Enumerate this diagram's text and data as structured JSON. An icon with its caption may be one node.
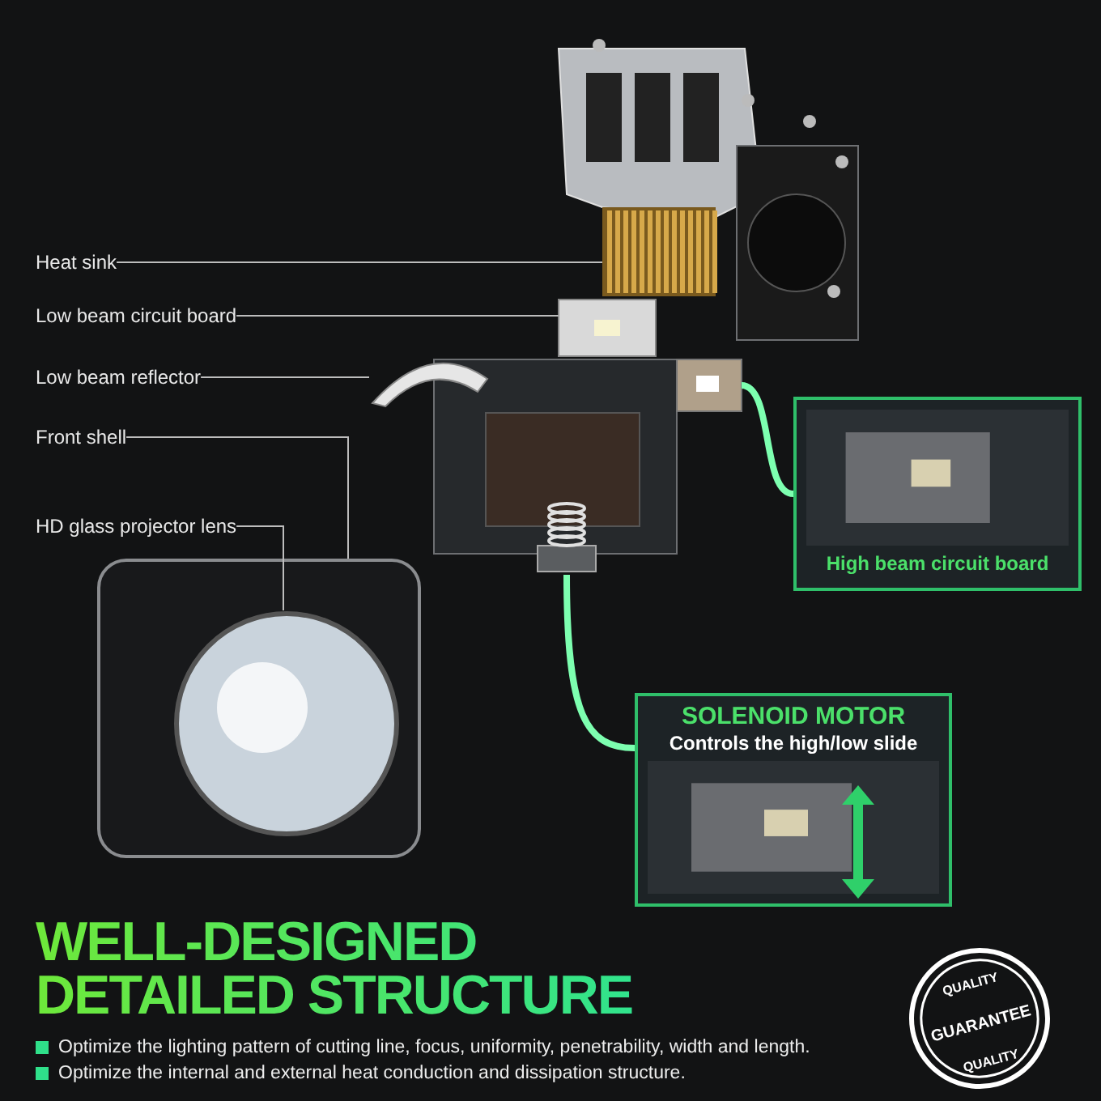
{
  "diagram": {
    "title": "WELL-DESIGNED DETAILED STRUCTURE",
    "nodes": [
      {
        "text": [
          "Heat sink"
        ]
      },
      {
        "text": [
          "Low beam circuit board"
        ]
      },
      {
        "text": [
          "Low beam reflector"
        ]
      },
      {
        "text": [
          "Front shell"
        ]
      },
      {
        "text": [
          "HD glass projector lens"
        ]
      },
      {
        "text": [],
        "shape": "picture"
      },
      {
        "text": [],
        "shape": "picture"
      },
      {
        "text": [],
        "shape": "picture"
      },
      {
        "text": [],
        "shape": "picture"
      },
      {
        "text": [],
        "shape": "picture",
        "in": 8
      },
      {
        "text": [
          "High beam circuit board"
        ]
      },
      {
        "text": [
          "SOLENOID MOTOR",
          "Controls the high/low slide"
        ]
      },
      {
        "text": [],
        "shape": "picture"
      },
      {
        "text": [],
        "shape": "picture"
      }
    ],
    "edges": [
      {
        "from": 0,
        "to": 5,
        "arrow": "none"
      },
      {
        "from": 1,
        "to": 6,
        "arrow": "none"
      },
      {
        "from": 2,
        "to": 7,
        "arrow": "none"
      },
      {
        "from": 3,
        "to": 8,
        "arrow": "none"
      },
      {
        "from": 4,
        "to": 9,
        "arrow": "none"
      },
      {
        "from": 12,
        "to": 10,
        "arrow": "none",
        "style": "thick",
        "color": "#7dffb0"
      },
      {
        "from": 13,
        "to": 11,
        "arrow": "none",
        "style": "thick",
        "color": "#7dffb0"
      }
    ],
    "labels": [
      "Optimize the lighting pattern of cutting line, focus, uniformity, penetrability, width and length.",
      "Optimize the internal and external heat conduction and dissipation structure.",
      "QUALITY",
      "GUARANTEE",
      "QUALITY"
    ]
  }
}
